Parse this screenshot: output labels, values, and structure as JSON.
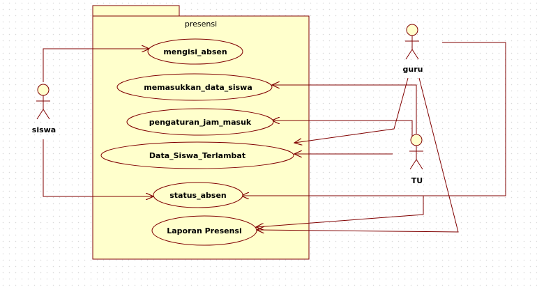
{
  "package": {
    "name": "presensi"
  },
  "actors": {
    "siswa": {
      "label": "siswa"
    },
    "guru": {
      "label": "guru"
    },
    "tu": {
      "label": "TU"
    }
  },
  "use_cases": {
    "mengisi_absen": "mengisi_absen",
    "memasukkan_data_siswa": "memasukkan_data_siswa",
    "pengaturan_jam_masuk": "pengaturan_jam_masuk",
    "data_siswa_terlambat": "Data_Siswa_Terlambat",
    "status_absen": "status_absen",
    "laporan_presensi": "Laporan Presensi"
  },
  "colors": {
    "package_fill": "#ffffcc",
    "usecase_fill": "#ffffcc",
    "actor_fill": "#ffffcc",
    "line": "#800000"
  }
}
